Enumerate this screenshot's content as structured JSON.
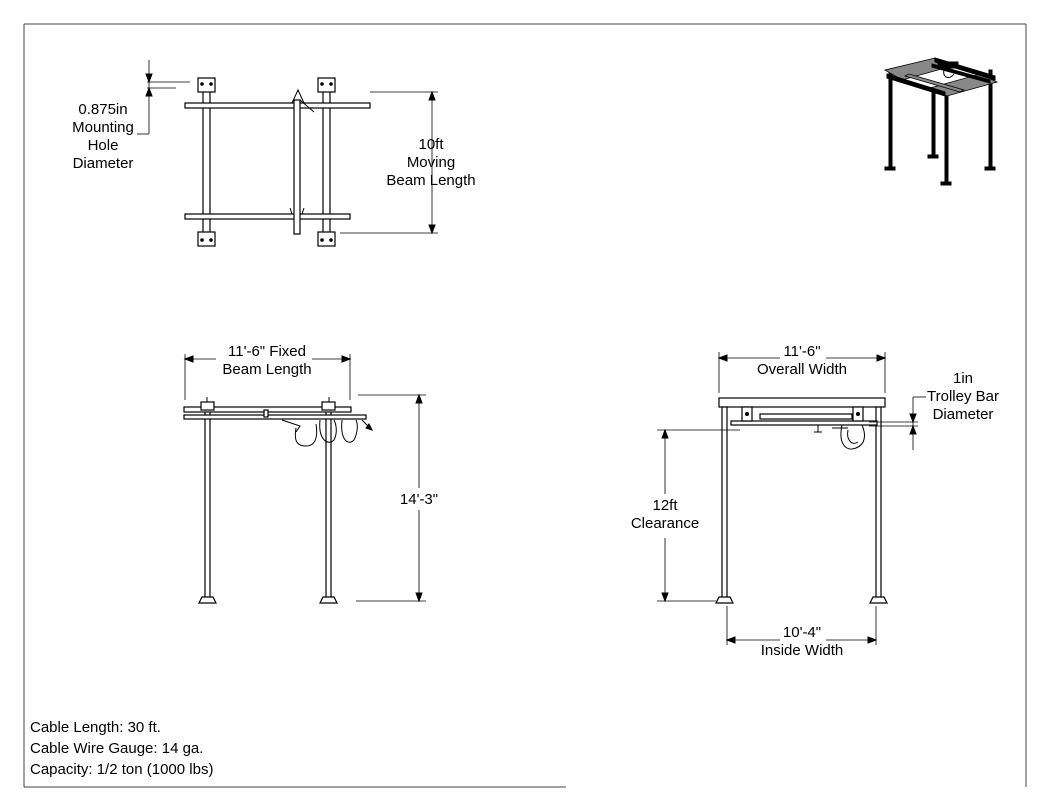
{
  "views": {
    "top": {
      "hole_label": "0.875in\nMounting\nHole\nDiameter",
      "moving_beam_label": "10ft\nMoving\nBeam Length"
    },
    "side": {
      "fixed_beam_label": "11'-6\" Fixed\nBeam Length",
      "height_label": "14'-3\""
    },
    "front": {
      "overall_width_label": "11'-6\"\nOverall Width",
      "trolley_bar_label": "1in\nTrolley Bar\nDiameter",
      "clearance_label": "12ft\nClearance",
      "inside_width_label": "10'-4\"\nInside Width"
    },
    "iso": {
      "icon": "isometric-gantry-icon"
    }
  },
  "notes": {
    "cable_length": "Cable Length: 30 ft.",
    "cable_gauge": "Cable Wire Gauge: 14 ga.",
    "capacity": "Capacity: 1/2 ton (1000 lbs)"
  }
}
